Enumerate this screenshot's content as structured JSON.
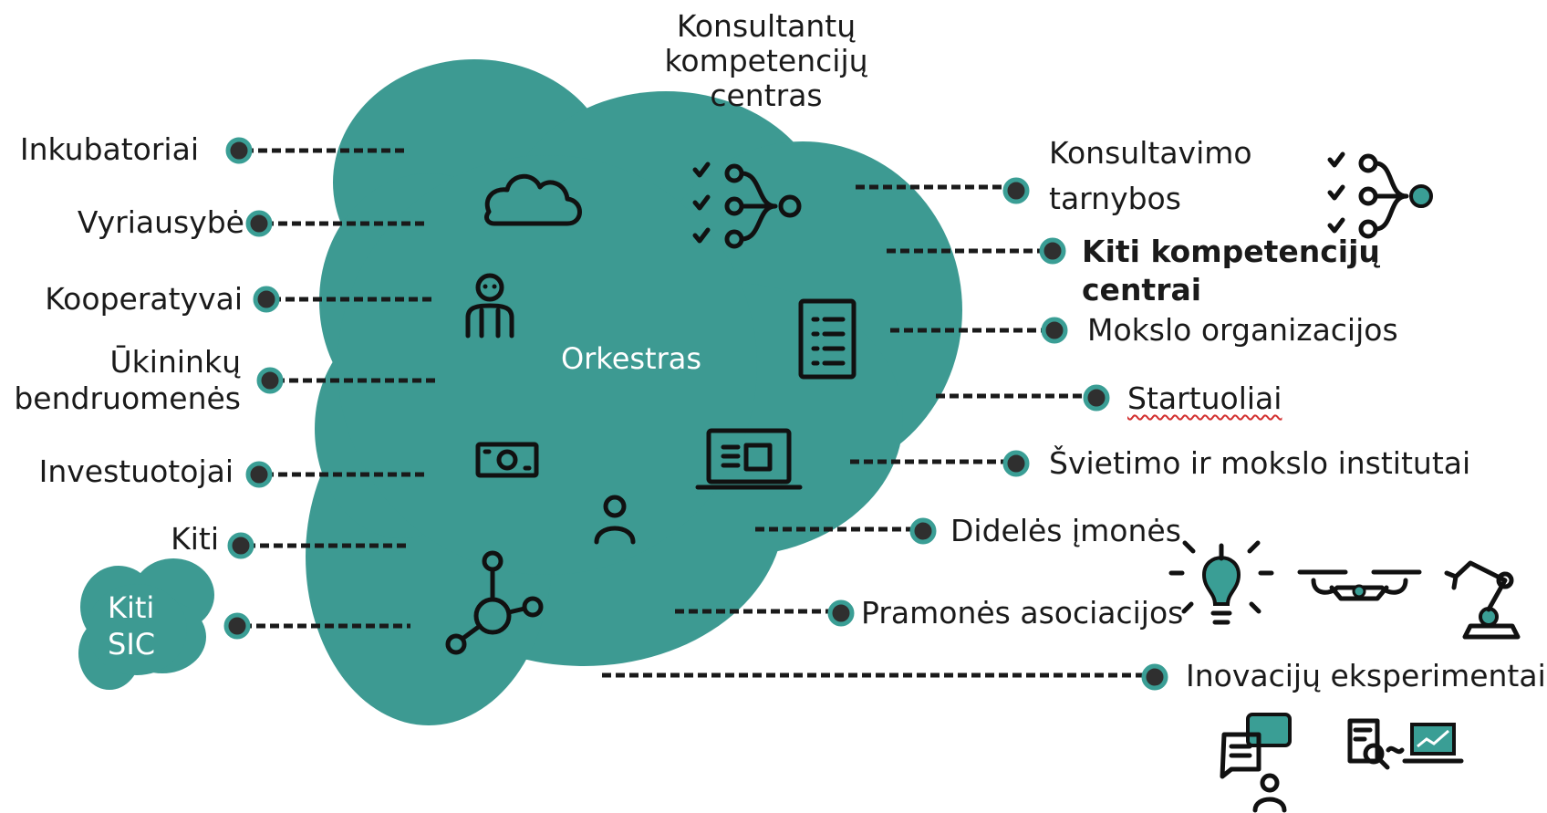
{
  "colors": {
    "cloud": "#3d9a92",
    "accent_node": "#3a9e95",
    "text": "#1a1a1a",
    "wavy_underline": "#d32f2f"
  },
  "center": {
    "label": "Orkestras"
  },
  "left_items": [
    {
      "lines": [
        "Inkubatoriai"
      ]
    },
    {
      "lines": [
        "Vyriausybė"
      ]
    },
    {
      "lines": [
        "Kooperatyvai"
      ]
    },
    {
      "lines": [
        "Ūkininkų",
        "bendruomenės"
      ]
    },
    {
      "lines": [
        "Investuotojai"
      ]
    },
    {
      "lines": [
        "Kiti"
      ]
    }
  ],
  "small_cloud": {
    "lines": [
      "Kiti",
      "SIC"
    ]
  },
  "top_item": {
    "lines": [
      "Konsultantų",
      "kompetencijų",
      "centras"
    ]
  },
  "right_items": [
    {
      "lines": [
        "Konsultavimo",
        "tarnybos"
      ]
    },
    {
      "lines": [
        "Kiti kompetencijų",
        "centrai"
      ],
      "bold": true
    },
    {
      "lines": [
        "Mokslo organizacijos"
      ]
    },
    {
      "lines": [
        "Startuoliai"
      ],
      "spell_underline": true
    },
    {
      "lines": [
        "Švietimo ir mokslo institutai"
      ]
    },
    {
      "lines": [
        "Didelės įmonės"
      ]
    },
    {
      "lines": [
        "Pramonės asociacijos"
      ]
    },
    {
      "lines": [
        "Inovacijų eksperimentai"
      ]
    }
  ],
  "icons": {
    "cloud_inner": [
      "cloud-icon",
      "checklist-network-icon",
      "robot-person-icon",
      "document-list-icon",
      "money-icon",
      "laptop-icon",
      "person-icon",
      "hub-network-icon"
    ],
    "outside": [
      "checklist-network-icon",
      "lightbulb-icon",
      "drone-icon",
      "robot-arm-icon",
      "chat-person-icon",
      "report-chart-icon"
    ]
  }
}
